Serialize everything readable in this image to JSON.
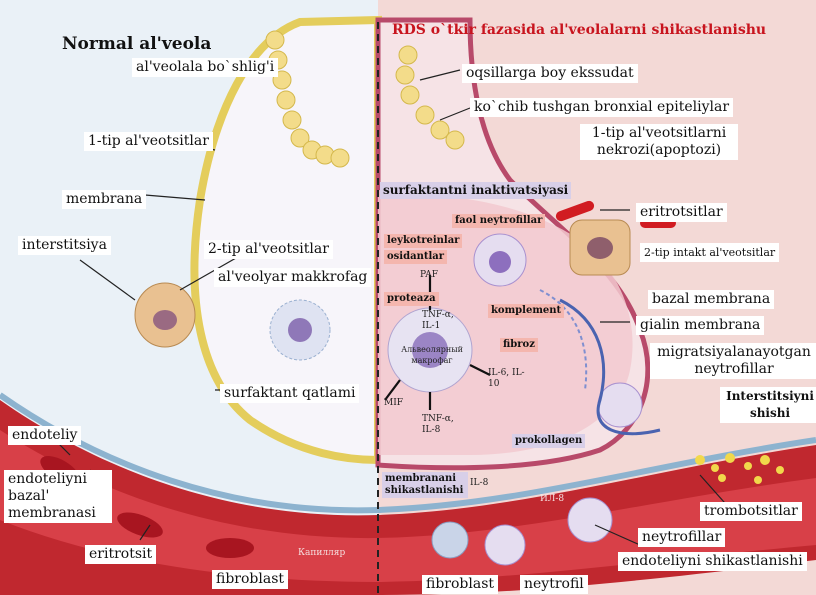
{
  "left_title": "Normal al'veola",
  "right_title": "RDS o`tkir fazasida al'veolalarni shikastlanishu",
  "left_labels": {
    "alveola_cavity": "al'veolala bo`shlig'i",
    "type1_cells": "1-tip al'veotsitlar",
    "membrane": "membrana",
    "interstitium": "interstitsiya",
    "type2_cells": "2-tip al'veotsitlar",
    "macrophage": "al'veolyar makkrofag",
    "surfactant_layer": "surfaktant qatlami",
    "endothelium": "endoteliy",
    "endothelial_basement": "endoteliyni bazal' membranasi",
    "erythrocyte": "eritrotsit",
    "fibroblast": "fibroblast",
    "capillary": "Капилляр"
  },
  "right_labels": {
    "protein_exudate": "oqsillarga boy ekssudat",
    "sloughed_epithelium": "ko`chib tushgan bronxial epiteliylar",
    "type1_necrosis": "1-tip al'veotsitlarni nekrozi(apoptozi)",
    "surfactant_inactivation": "surfaktantni inaktivatsiyasi",
    "erythrocytes": "eritrotsitlar",
    "type2_intact": "2-tip intakt al'veotsitlar",
    "basal_membrane": "bazal membrana",
    "hyaline_membrane": "gialin membrana",
    "migrating_neutrophils": "migratsiyalanayotgan neytrofillar",
    "interstitial_edema": "Interstitsiyni shishi",
    "procollagen": "prokollagen",
    "membrane_damage": "membranani shikastlanishi",
    "thrombocytes": "trombotsitlar",
    "neutrophils": "neytrofillar",
    "endothelial_damage": "endoteliyni shikastlanishi",
    "fibroblast": "fibroblast",
    "neutrophil": "neytrofil"
  },
  "mediator_tags": {
    "active_neutrophils": "faol neytrofillar",
    "leukotrienes": "leykotreinlar",
    "oxidants": "osidantlar",
    "protease": "proteaza",
    "complement": "komplement",
    "fibrosis": "fibroz"
  },
  "mediators": {
    "paf": "PAF",
    "tnf1": "TNF-α, IL-1",
    "tnf2": "TNF-α, IL-8",
    "il6": "IL-6, IL-10",
    "mif": "MIF",
    "il8a": "IL-8",
    "il8b": "ИЛ-8",
    "alv_macrophage": "Альвеолярный макрофаг"
  },
  "colors": {
    "title_red": "#c8141e",
    "vessel": "#c0282f",
    "alveolar_wall": "#e6d36a",
    "pink_tag": "#f4b6ae",
    "lavender_tag": "#d8cfe8"
  }
}
